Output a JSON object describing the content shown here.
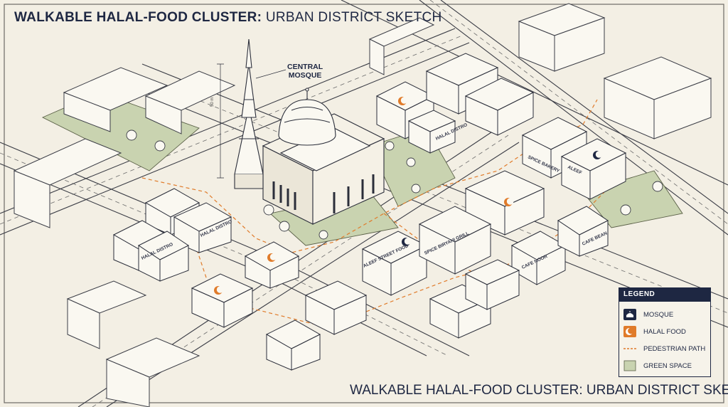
{
  "title": {
    "top_strong": "WALKABLE HALAL-FOOD CLUSTER:",
    "top_rest": " URBAN DISTRICT SKETCH",
    "bottom": "WALKABLE HALAL-FOOD CLUSTER: URBAN DISTRICT SKETCH"
  },
  "callouts": {
    "mosque_line1": "CENTRAL",
    "mosque_line2": "MOSQUE",
    "height_note": "50 m"
  },
  "signs": {
    "halal_distro_a": "HALAL DISTRO",
    "halal_distro_b": "HALAL DISTRO",
    "halal_distro_c": "HALAL DISTRO",
    "spice_bakery": "SPICE BAKERY",
    "aleef": "ALEEF",
    "aleef_street_food": "ALEEF STREET FOOD",
    "spice_biryani_grill": "SPICE BIRYANI GRILL",
    "cafe_noor": "CAFE NOOR",
    "cafe_bean": "CAFE BEAN"
  },
  "legend": {
    "header": "LEGEND",
    "items": [
      {
        "icon": "mosque-icon",
        "label": "MOSQUE"
      },
      {
        "icon": "halal-food-icon",
        "label": "HALAL FOOD"
      },
      {
        "icon": "pedestrian-path-swatch",
        "label": "PEDESTRIAN PATH"
      },
      {
        "icon": "green-space-swatch",
        "label": "GREEN SPACE"
      }
    ]
  },
  "colors": {
    "paper": "#f3efe4",
    "ink": "#1e2742",
    "accent_orange": "#e07b2a",
    "green_space": "#c9d3b0",
    "building_fill": "#faf8f1"
  }
}
